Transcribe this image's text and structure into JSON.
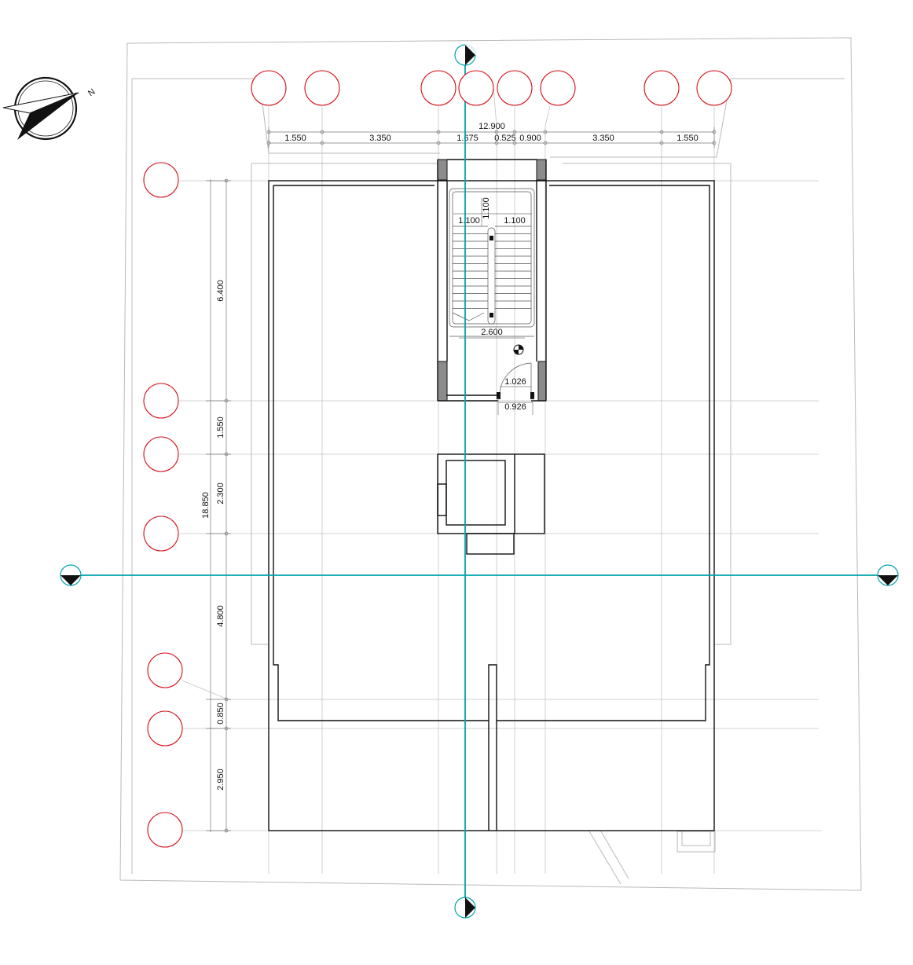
{
  "compass": {
    "north_label": "N"
  },
  "top_dimensions": {
    "overall": "12.900",
    "segments": [
      "1.550",
      "3.350",
      "1.675",
      "0.525",
      "0.900",
      "3.350",
      "1.550"
    ]
  },
  "left_dimensions": {
    "overall": "18.850",
    "segments": [
      "6.400",
      "1.550",
      "2.300",
      "4.800",
      "0.850",
      "2.950"
    ]
  },
  "stair_dimensions": {
    "flight_width_left": "1.100",
    "flight_width_right": "1.100",
    "landing_depth": "1.100",
    "stair_width": "2.600",
    "door_swing": "1.026",
    "door_width": "0.926"
  },
  "colors": {
    "grid_bubble": "#d6141c",
    "section_axis": "#00a3ad",
    "walls": "#111111",
    "wall_fill": "#8c8c8c"
  }
}
